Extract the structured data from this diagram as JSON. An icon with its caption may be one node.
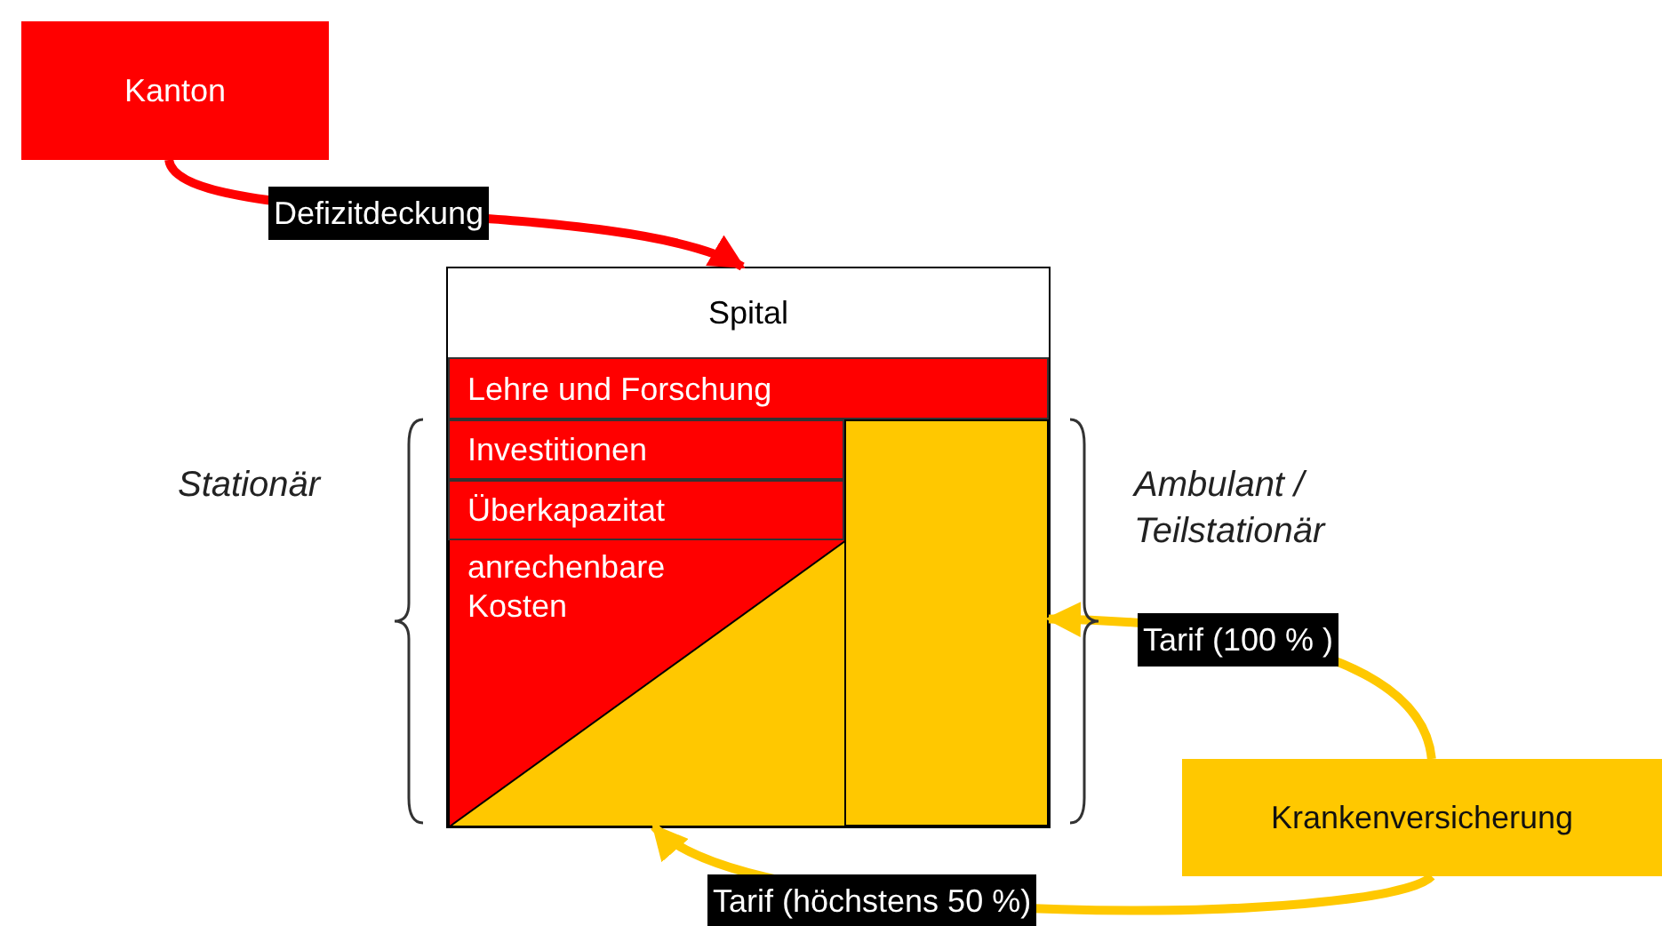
{
  "diagram": {
    "nodes": [
      {
        "text": [
          "Kanton"
        ]
      },
      {
        "text": [
          "Spital"
        ]
      },
      {
        "text": [
          "Lehre und Forschung"
        ],
        "in": 1
      },
      {
        "text": [
          "Investitionen"
        ],
        "in": 1
      },
      {
        "text": [
          "Überkapazitat"
        ],
        "in": 1
      },
      {
        "text": [
          "anrechenbare Kosten"
        ],
        "in": 1
      },
      {
        "text": [],
        "shape": "box",
        "in": 1
      },
      {
        "text": [
          "Krankenversicherung"
        ]
      }
    ],
    "edges": [
      {
        "from": 0,
        "to": 1,
        "arrow": "to",
        "label": "Defizitdeckung",
        "color": "#ff0000"
      },
      {
        "from": 7,
        "to": 6,
        "arrow": "to",
        "label": "Tarif (100 % )",
        "color": "#ffc800"
      },
      {
        "from": 7,
        "to": 5,
        "arrow": "to",
        "label": "Tarif (höchstens 50 %)",
        "color": "#ffc800"
      }
    ],
    "labels": [
      "Stationär",
      "Ambulant / Teilstationär"
    ]
  }
}
